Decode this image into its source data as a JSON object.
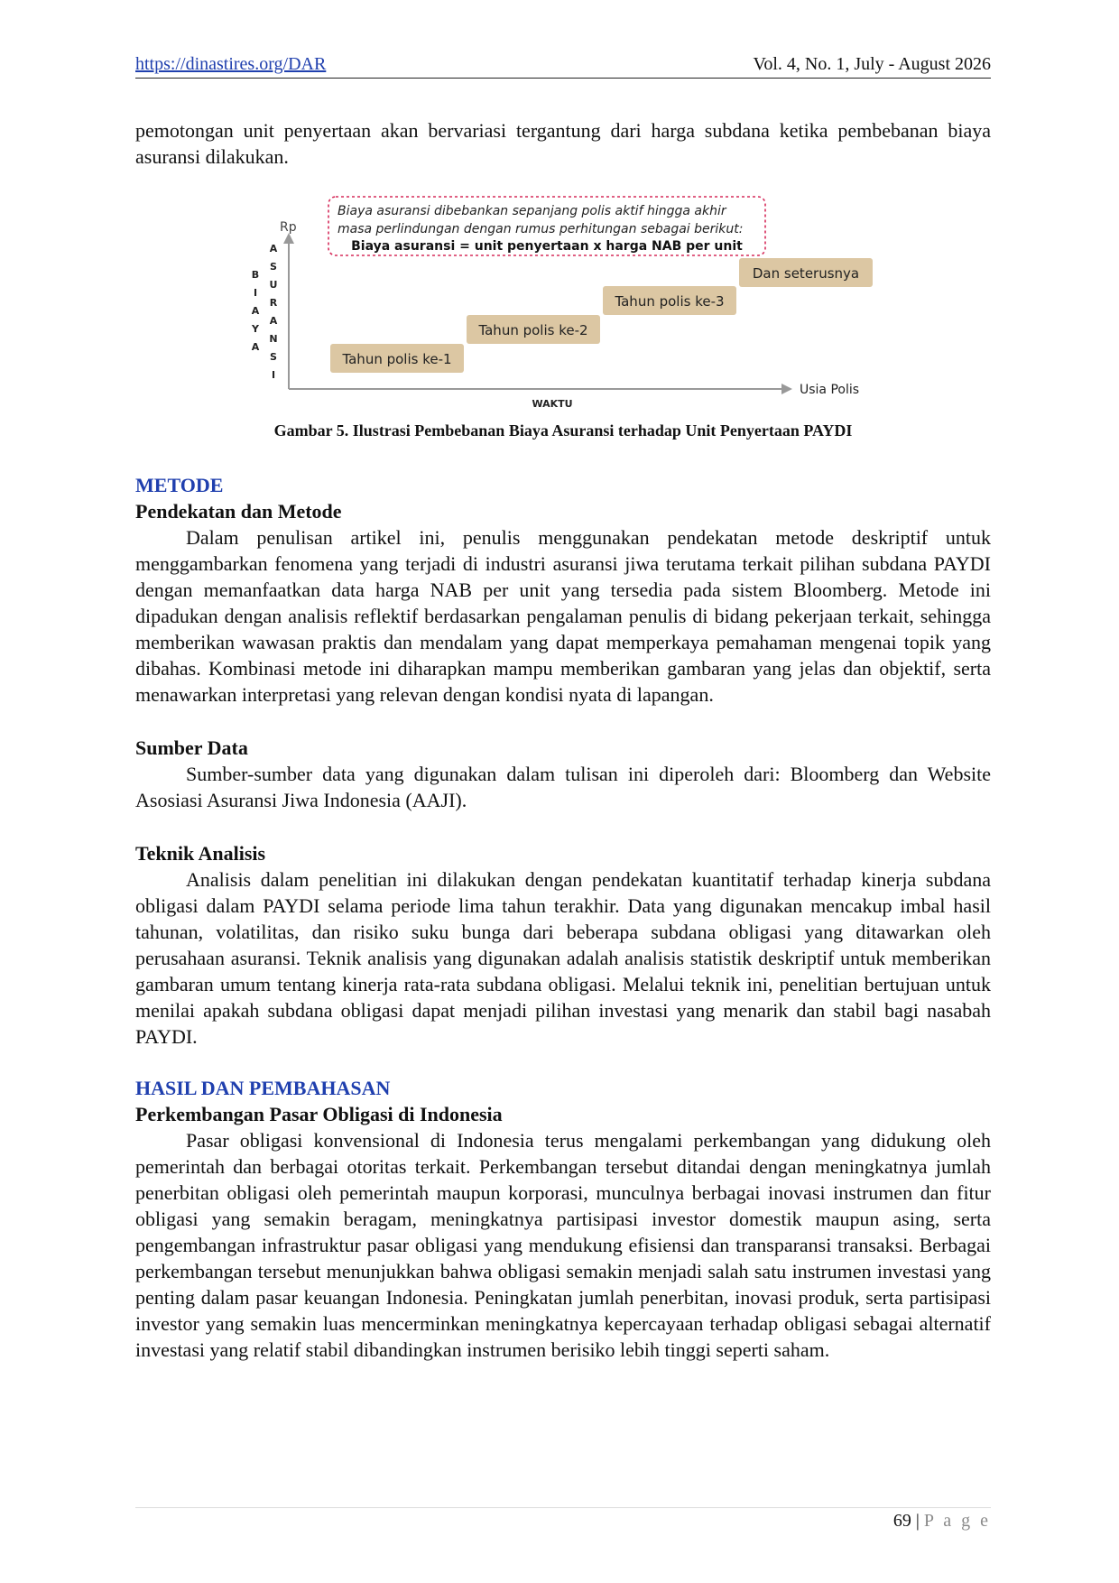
{
  "header": {
    "url": "https://dinastires.org/DAR",
    "volume": "Vol. 4, No. 1, July - August 2026"
  },
  "intro_paragraph": "pemotongan unit penyertaan akan bervariasi tergantung dari harga subdana ketika pembebanan biaya asuransi dilakukan.",
  "figure": {
    "callout_line1": "Biaya asuransi dibebankan sepanjang polis aktif hingga akhir",
    "callout_line2": "masa perlindungan dengan rumus perhitungan sebagai berikut:",
    "callout_formula": "Biaya asuransi = unit penyertaan x harga NAB per unit",
    "y_axis_top": "Rp",
    "y_label_outer": [
      "B",
      "I",
      "A",
      "Y",
      "A"
    ],
    "y_label_inner": [
      "A",
      "S",
      "U",
      "R",
      "A",
      "N",
      "S",
      "I"
    ],
    "x_axis_label": "WAKTU",
    "x_axis_end": "Usia Polis",
    "steps": [
      "Tahun polis ke-1",
      "Tahun polis ke-2",
      "Tahun polis ke-3",
      "Dan seterusnya"
    ],
    "box_color": "#dcc7a3",
    "callout_border": "#d62b5a",
    "caption": "Gambar 5. Ilustrasi Pembebanan Biaya Asuransi terhadap Unit Penyertaan PAYDI"
  },
  "metode": {
    "heading": "METODE",
    "sub1": "Pendekatan dan Metode",
    "para1": "Dalam penulisan artikel ini, penulis menggunakan pendekatan metode deskriptif untuk menggambarkan fenomena yang terjadi di industri asuransi jiwa terutama terkait pilihan subdana PAYDI dengan memanfaatkan data harga NAB per unit yang tersedia pada sistem Bloomberg. Metode ini dipadukan dengan analisis reflektif berdasarkan pengalaman penulis di bidang pekerjaan terkait, sehingga memberikan wawasan praktis dan mendalam yang dapat memperkaya pemahaman mengenai topik yang dibahas. Kombinasi metode ini diharapkan mampu memberikan gambaran yang jelas dan objektif, serta menawarkan interpretasi yang relevan dengan kondisi nyata di lapangan.",
    "sub2": "Sumber Data",
    "para2": "Sumber-sumber data yang digunakan dalam tulisan ini diperoleh dari: Bloomberg dan Website Asosiasi Asuransi Jiwa Indonesia (AAJI).",
    "sub3": "Teknik Analisis",
    "para3": "Analisis dalam penelitian ini dilakukan dengan pendekatan kuantitatif terhadap kinerja subdana obligasi dalam PAYDI selama periode lima tahun terakhir. Data yang digunakan mencakup imbal hasil tahunan, volatilitas, dan risiko suku bunga dari beberapa subdana obligasi yang ditawarkan oleh perusahaan asuransi. Teknik analisis yang digunakan adalah analisis statistik deskriptif untuk memberikan gambaran umum tentang kinerja rata-rata subdana obligasi. Melalui teknik ini, penelitian bertujuan untuk menilai apakah subdana obligasi dapat menjadi pilihan investasi yang menarik dan stabil bagi nasabah PAYDI."
  },
  "hasil": {
    "heading": "HASIL DAN PEMBAHASAN",
    "sub1": "Perkembangan Pasar Obligasi di Indonesia",
    "para1": "Pasar obligasi konvensional di Indonesia terus mengalami perkembangan yang didukung oleh pemerintah dan berbagai otoritas terkait. Perkembangan tersebut ditandai dengan meningkatnya jumlah penerbitan obligasi oleh pemerintah maupun korporasi, munculnya berbagai inovasi instrumen dan fitur obligasi yang semakin beragam, meningkatnya partisipasi investor domestik maupun asing, serta pengembangan infrastruktur pasar obligasi yang mendukung efisiensi dan transparansi transaksi. Berbagai perkembangan tersebut menunjukkan bahwa obligasi semakin menjadi salah satu instrumen investasi yang penting dalam pasar keuangan Indonesia. Peningkatan jumlah penerbitan, inovasi produk, serta partisipasi investor yang semakin luas mencerminkan meningkatnya kepercayaan terhadap obligasi sebagai alternatif investasi yang relatif stabil dibandingkan instrumen berisiko lebih tinggi seperti saham."
  },
  "footer": {
    "page_number": "69",
    "separator": "|",
    "page_word": "P a g e"
  }
}
